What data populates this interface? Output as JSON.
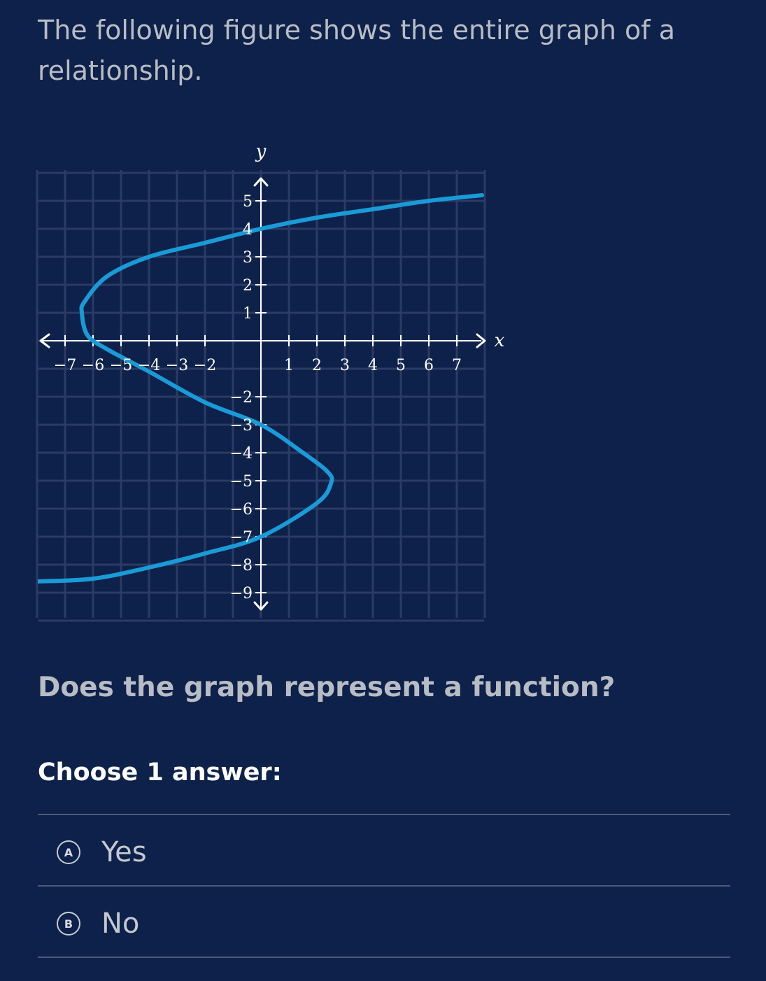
{
  "prompt": "The following figure shows the entire graph of a relationship.",
  "question": "Does the graph represent a function?",
  "choose_label": "Choose 1 answer:",
  "options": [
    {
      "letter": "A",
      "text": "Yes"
    },
    {
      "letter": "B",
      "text": "No"
    }
  ],
  "colors": {
    "background": "#0d214a",
    "grid": "#2b3b64",
    "axis": "#ffffff",
    "curve": "#1a9ad6"
  },
  "chart_data": {
    "type": "line",
    "xlabel": "x",
    "ylabel": "y",
    "xlim": [
      -8,
      8
    ],
    "ylim": [
      -10,
      6
    ],
    "x_ticks": [
      -7,
      -6,
      -5,
      -4,
      -3,
      -2,
      1,
      2,
      3,
      4,
      5,
      6,
      7
    ],
    "y_ticks": [
      5,
      4,
      3,
      2,
      1,
      -2,
      -3,
      -4,
      -5,
      -6,
      -7,
      -8,
      -9
    ],
    "tick_labels_x": [
      "−7",
      "−6",
      "−5",
      "−4",
      "−3",
      "−2",
      "1",
      "2",
      "3",
      "4",
      "5",
      "6",
      "7"
    ],
    "tick_labels_y": [
      "5",
      "4",
      "3",
      "2",
      "1",
      "−2",
      "−3",
      "−4",
      "−5",
      "−6",
      "−7",
      "−8",
      "−9"
    ],
    "grid": true,
    "series": [
      {
        "x": [
          7.9,
          6,
          4,
          2,
          0,
          -2,
          -4,
          -5.5,
          -6.3,
          -6.4,
          -6.2,
          -5.5,
          -4,
          -2,
          0,
          1.5,
          2.4,
          2.5,
          2,
          0,
          -2,
          -4,
          -6,
          -8
        ],
        "y": [
          5.2,
          5.0,
          4.7,
          4.4,
          4.0,
          3.5,
          3.0,
          2.3,
          1.4,
          1.0,
          0.2,
          -0.3,
          -1.1,
          -2.2,
          -3.0,
          -4.0,
          -4.7,
          -5.1,
          -5.8,
          -7.0,
          -7.6,
          -8.1,
          -8.5,
          -8.6
        ]
      }
    ]
  }
}
